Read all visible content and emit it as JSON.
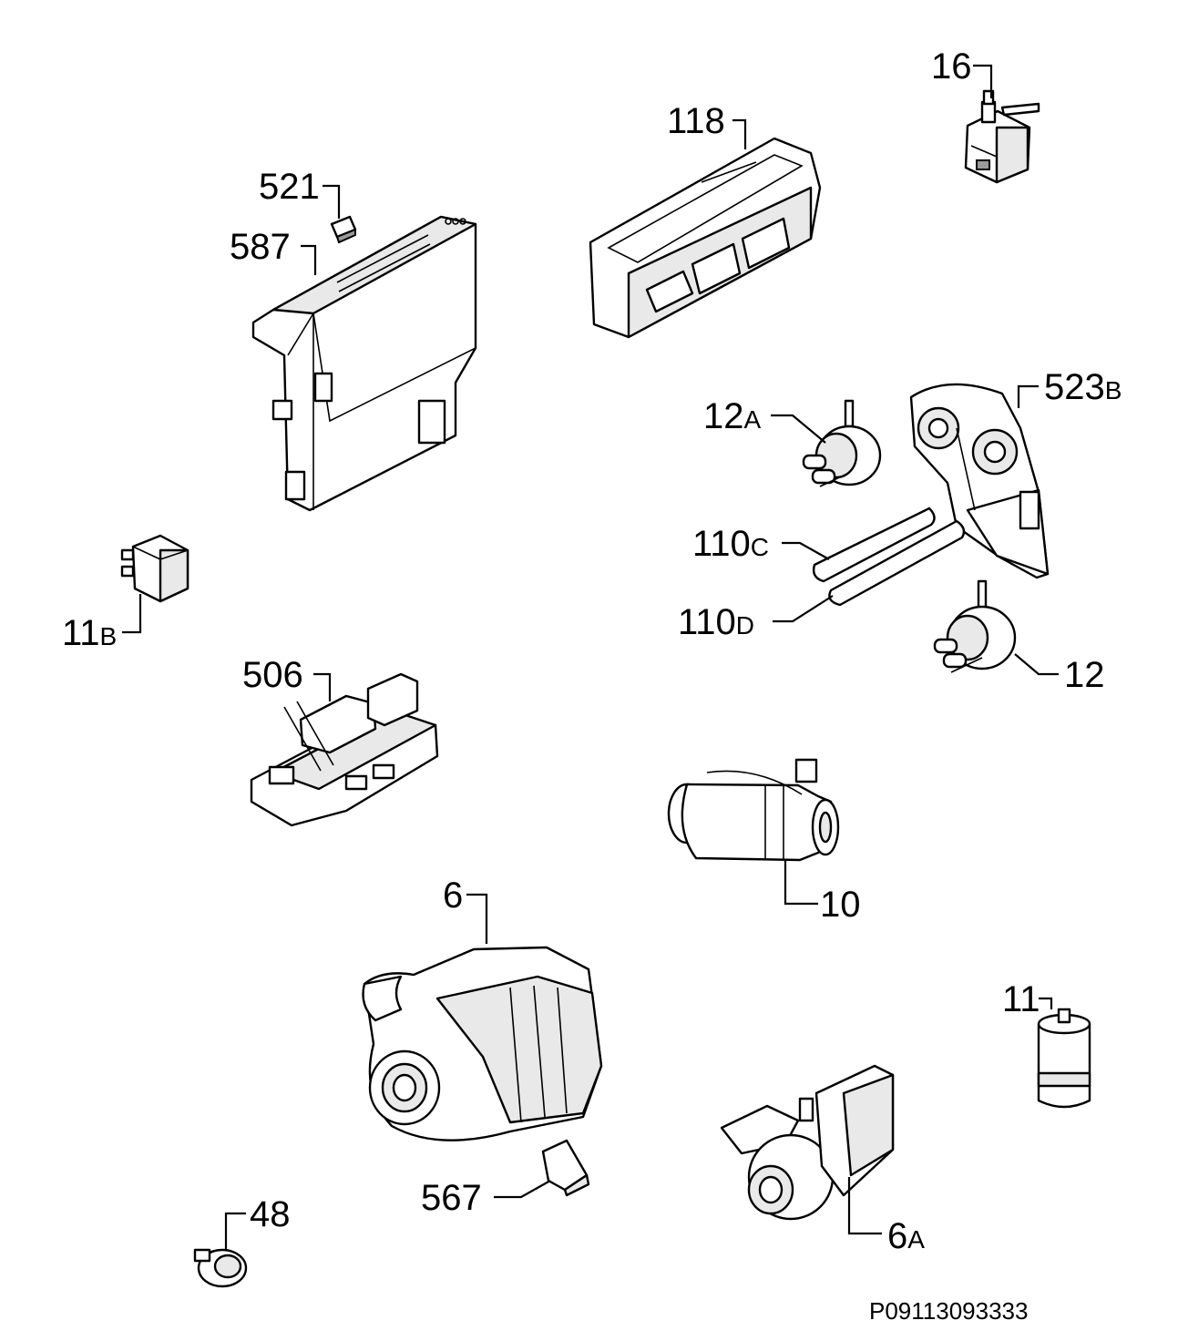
{
  "drawing_ref": "P09113093333",
  "callouts": {
    "c16": {
      "num": "16",
      "suffix": ""
    },
    "c118": {
      "num": "118",
      "suffix": ""
    },
    "c521": {
      "num": "521",
      "suffix": ""
    },
    "c587": {
      "num": "587",
      "suffix": ""
    },
    "c523b": {
      "num": "523",
      "suffix": "B"
    },
    "c12a": {
      "num": "12",
      "suffix": "A"
    },
    "c110c": {
      "num": "110",
      "suffix": "C"
    },
    "c110d": {
      "num": "110",
      "suffix": "D"
    },
    "c11b": {
      "num": "11",
      "suffix": "B"
    },
    "c12": {
      "num": "12",
      "suffix": ""
    },
    "c506": {
      "num": "506",
      "suffix": ""
    },
    "c10": {
      "num": "10",
      "suffix": ""
    },
    "c6": {
      "num": "6",
      "suffix": ""
    },
    "c11": {
      "num": "11",
      "suffix": ""
    },
    "c567": {
      "num": "567",
      "suffix": ""
    },
    "c48": {
      "num": "48",
      "suffix": ""
    },
    "c6a": {
      "num": "6",
      "suffix": "A"
    }
  }
}
